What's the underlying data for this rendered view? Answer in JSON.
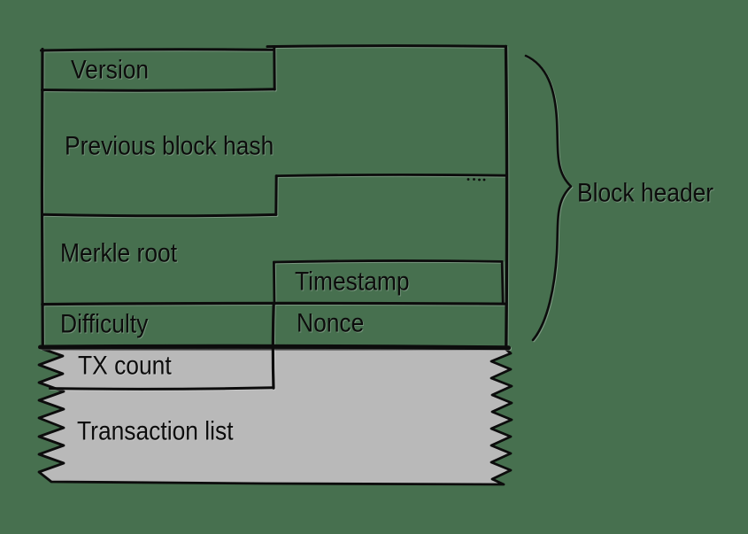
{
  "diagram": {
    "header_fields": [
      {
        "id": "version",
        "label": "Version"
      },
      {
        "id": "previous_block_hash",
        "label": "Previous block hash"
      },
      {
        "id": "merkle_root",
        "label": "Merkle root"
      },
      {
        "id": "timestamp",
        "label": "Timestamp"
      },
      {
        "id": "difficulty",
        "label": "Difficulty"
      },
      {
        "id": "nonce",
        "label": "Nonce"
      }
    ],
    "body_fields": [
      {
        "id": "tx_count",
        "label": "TX count"
      },
      {
        "id": "transaction_list",
        "label": "Transaction list"
      }
    ],
    "brace_label": "Block header"
  },
  "colors": {
    "background": "#47704f",
    "transaction_area_fill": "#b9b9b9",
    "line": "#0c0c0c"
  }
}
